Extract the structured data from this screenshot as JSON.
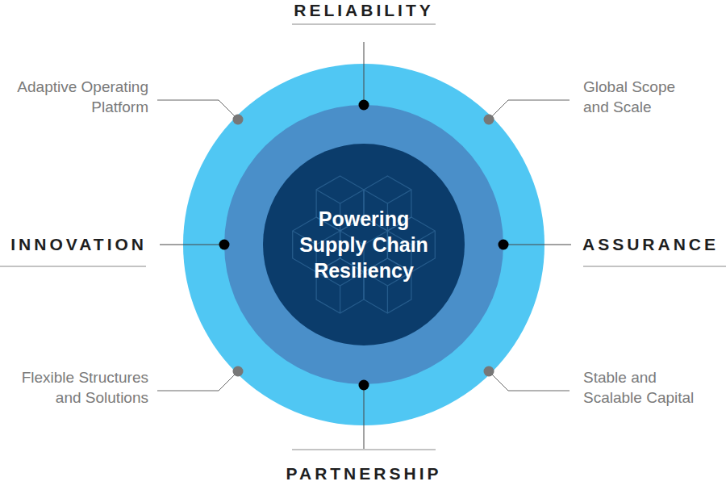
{
  "diagram": {
    "nodes": [
      {
        "text": [
          "Powering Supply Chain Resiliency"
        ]
      }
    ],
    "labels": [
      "RELIABILITY",
      "Adaptive Operating Platform",
      "Global Scope and Scale",
      "INNOVATION",
      "ASSURANCE",
      "Flexible Structures and Solutions",
      "Stable and Scalable Capital",
      "PARTNERSHIP"
    ]
  }
}
